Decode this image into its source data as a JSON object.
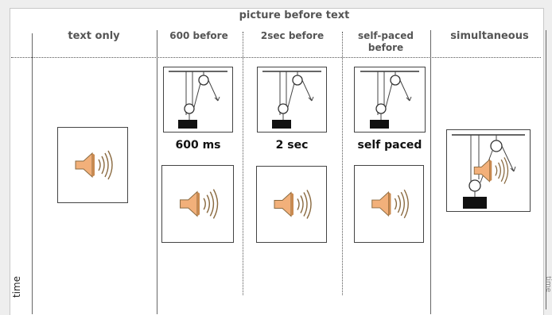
{
  "group_title": "picture before text",
  "columns": [
    {
      "header": "text only"
    },
    {
      "header": "600 before"
    },
    {
      "header": "2sec before"
    },
    {
      "header": "self-paced\nbefore"
    },
    {
      "header": "simultaneous"
    }
  ],
  "captions": [
    "600 ms",
    "2 sec",
    "self paced"
  ],
  "axis_label": "time",
  "right_label": "time",
  "icons": {
    "speaker": "speaker-sound-icon",
    "pulley": "pulley-system-icon"
  },
  "colors": {
    "speaker_fill": "#f2b07a",
    "speaker_stroke": "#8a6a40",
    "weight": "#111111"
  }
}
